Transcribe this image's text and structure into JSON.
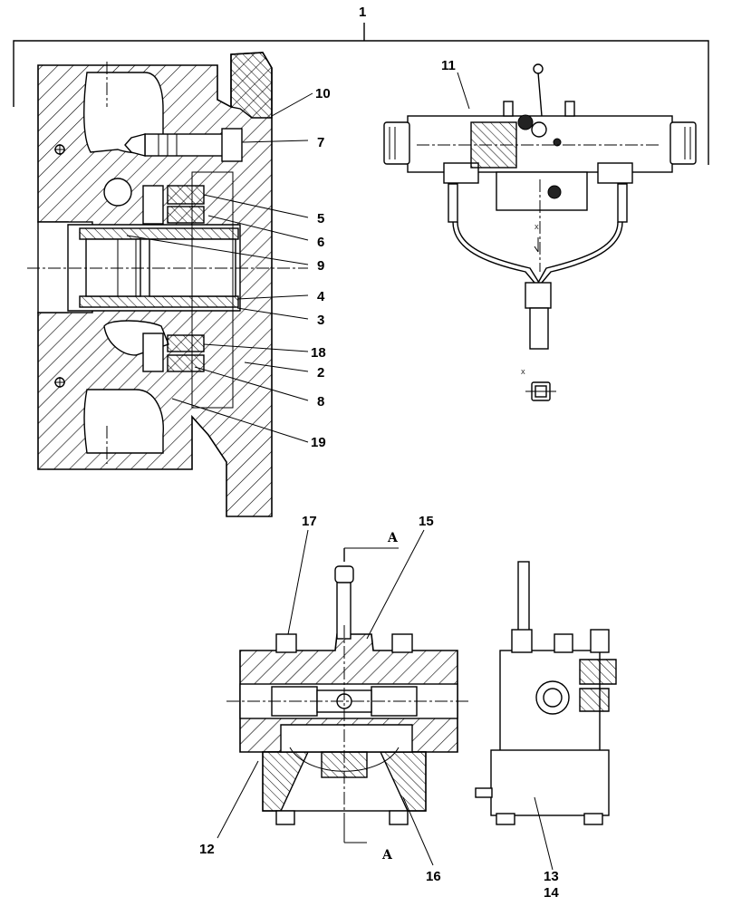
{
  "callouts": {
    "c1": "1",
    "c2": "2",
    "c3": "3",
    "c4": "4",
    "c5": "5",
    "c6": "6",
    "c7": "7",
    "c8": "8",
    "c9": "9",
    "c10": "10",
    "c11": "11",
    "c12": "12",
    "c13": "13",
    "c14": "14",
    "c15": "15",
    "c16": "16",
    "c17": "17",
    "c18": "18",
    "c19": "19"
  },
  "section": {
    "top": "A",
    "bottom": "A"
  },
  "view": {
    "x_top": "X",
    "x_bottom": "X"
  }
}
